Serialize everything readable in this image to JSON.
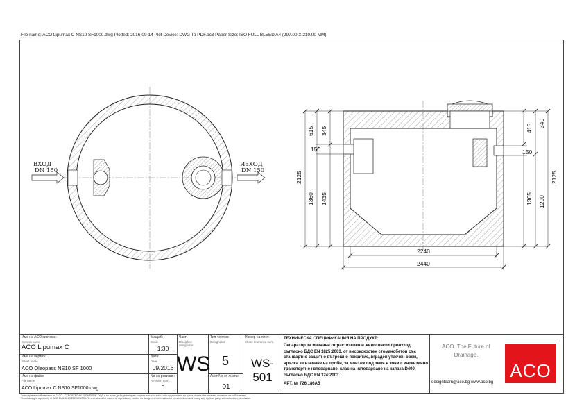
{
  "header": {
    "text": "File name: ACO Lipumax C NS10 SF1000.dwg   Plotted: 2016-09-14   Plot Device: DWG To PDF.pc3   Paper Size: ISO FULL BLEED A4 (297.00 X 210.00 MM)"
  },
  "plan": {
    "inlet_label": "ВХОД",
    "inlet_dn": "DN 150",
    "outlet_label": "ИЗХОД",
    "outlet_dn": "DN 150"
  },
  "section": {
    "dim_615": "615",
    "dim_345": "345",
    "dim_150_left": "150",
    "dim_2125_left": "2125",
    "dim_1360": "1360",
    "dim_1435": "1435",
    "dim_415": "415",
    "dim_340": "340",
    "dim_150_right": "150",
    "dim_2125_right": "2125",
    "dim_1365": "1365",
    "dim_1290": "1290",
    "dim_2240": "2240",
    "dim_2440": "2440"
  },
  "title_block": {
    "system_label": "Име на ACO система:",
    "system_sub": "System name",
    "system_value": "ACO Lipumax C",
    "sheet_label": "Име на чертож:",
    "sheet_sub": "Sheet name",
    "sheet_value": "ACO Oleopass  NS10 SF 1000",
    "file_label": "Име на файл:",
    "file_sub": "File name",
    "file_value": "ACO Lipumax C NS10 SF1000.dwg",
    "scale_label": "Мащаб:",
    "scale_sub": "Scale",
    "scale_value": "1:30",
    "date_label": "Дата:",
    "date_sub": "Date",
    "date_value": "09/2016",
    "rev_label": "No на ревизия:",
    "rev_sub": "Revision num.",
    "rev_value": "0",
    "part_label": "Част:",
    "part_sub": "Discipline designator",
    "part_value": "WS",
    "type_label": "Тип чертож:",
    "type_sub": "Designator",
    "type_value": "5",
    "sheetno_label": "Лист No от листи:",
    "sheetno_value": "01",
    "ref_label": "Номер на лист:",
    "ref_sub": "Sheet reference num.",
    "ref_value": "WS-501",
    "spec_title": "ТЕХНИЧЕСКА СПЕЦИФИКАЦИЯ НА ПРОДУКТ:",
    "spec_lines": [
      "Сепаратор за мазнини от растителен и животински произход,",
      "съгласно БДС EN 1825:2003, от висококостен стоманобетон със",
      "стандартно защитно вътрешно покритие, вграден утаечен обем,",
      "връзка за вземане на проби, за монтаж под земя в зони с интензивно",
      "транспортно натоварване, клас на натоварване на капака D400,",
      "съгласно БДС EN 124:2003."
    ],
    "art_no": "АРТ. № 726.186А5",
    "tagline_1": "ACO. The Future of",
    "tagline_2": "Drainage.",
    "contact": "designteam@aco.bg   www.aco.bg",
    "logo_text": "ACO"
  },
  "footer": {
    "line1": "Този чертеж е собственост на \"ACO - СТРОИТЕЛНИ ЕЛЕМЕНТИ\" ООД и не може да бъде копиран, изцяло или частично, или предоставен на трета страна без писмено съгласие на собственика.",
    "line2": "This drawing is a property of ACO BUILDING ELEMENTS LTD and cannot be copied or reproduced, neither its design and information be presented or used in any way by third party, without written permission."
  }
}
